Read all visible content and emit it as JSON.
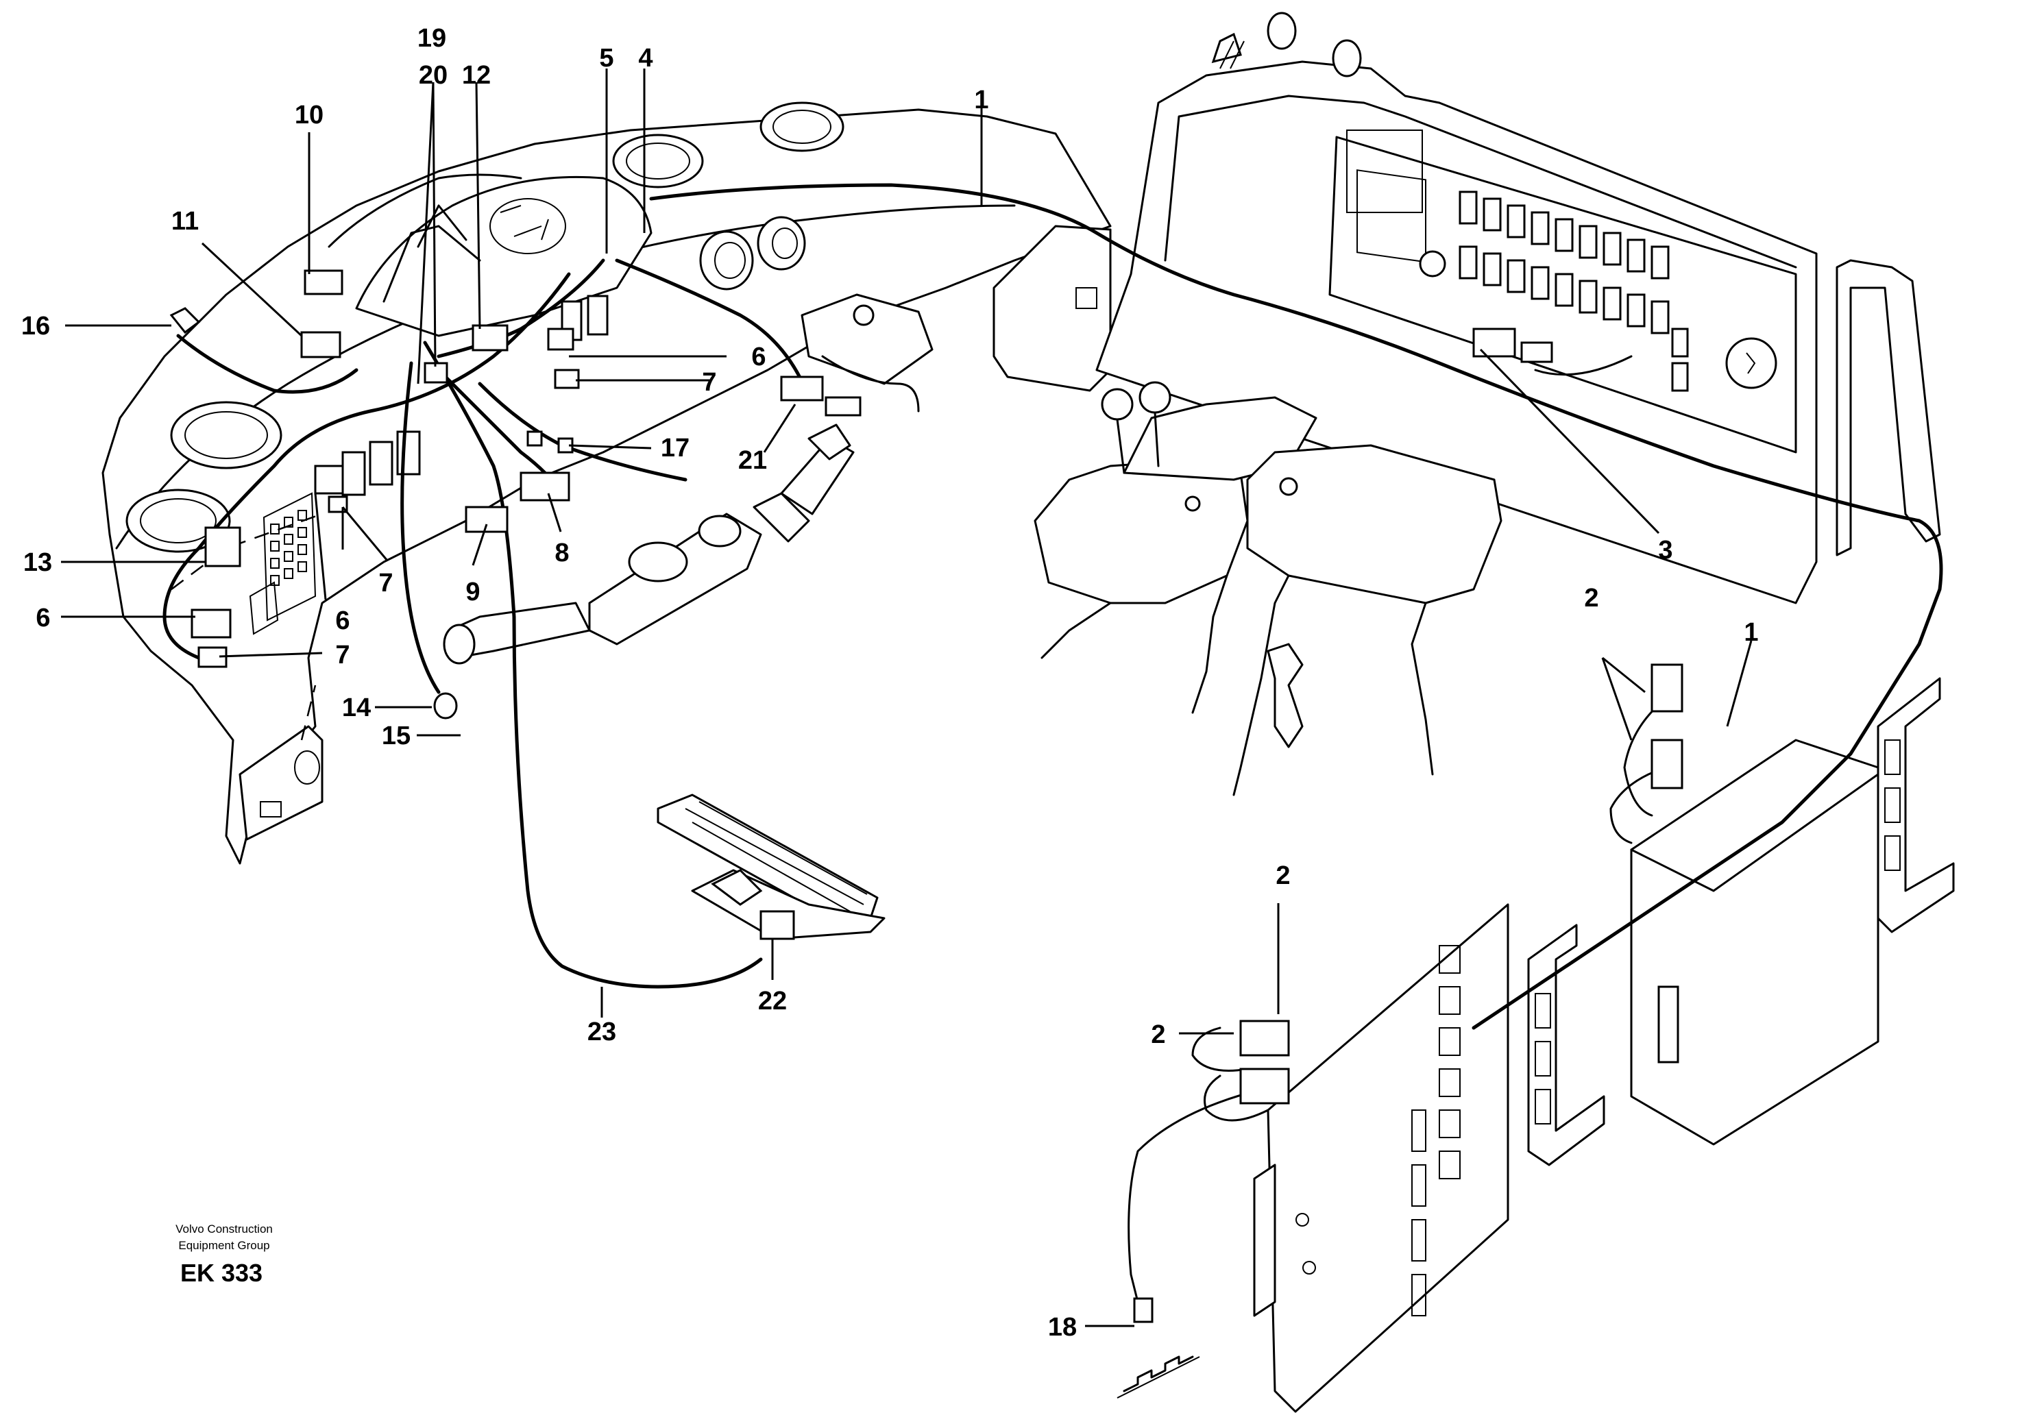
{
  "callouts": {
    "c1a": "1",
    "c1b": "1",
    "c2a": "2",
    "c2b": "2",
    "c2c": "2",
    "c3": "3",
    "c4": "4",
    "c5": "5",
    "c6a": "6",
    "c6b": "6",
    "c6c": "6",
    "c7a": "7",
    "c7b": "7",
    "c7c": "7",
    "c8": "8",
    "c9": "9",
    "c10": "10",
    "c11": "11",
    "c12": "12",
    "c13": "13",
    "c14": "14",
    "c15": "15",
    "c16": "16",
    "c17": "17",
    "c18": "18",
    "c19": "19",
    "c20": "20",
    "c21": "21",
    "c22": "22",
    "c23": "23"
  },
  "credit": {
    "line1": "Volvo Construction",
    "line2": "Equipment Group",
    "code": "EK 333"
  }
}
